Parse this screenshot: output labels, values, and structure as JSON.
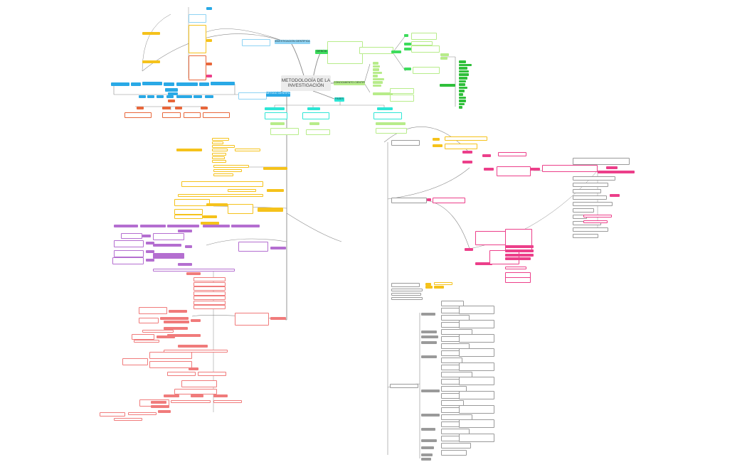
{
  "mindmap": {
    "central_title": "METODOLOGÍA DE LA INVESTIGACIÓN",
    "main_branches": {
      "investigacion": "INVESTIGACIÓN CIENTÍFICA",
      "ciencia": "CIENCIA",
      "conocimiento": "CONOCIMIENTO CIENTÍFICO",
      "metodo": "MÉTODO CIENTÍFICO",
      "fases": "FASES"
    },
    "colors": {
      "blue": "#29a9e6",
      "light_blue": "#8fd3f4",
      "green": "#3ddc5c",
      "light_green": "#b7ec8a",
      "dark_green": "#2fbf3a",
      "cyan": "#2ee6d6",
      "orange": "#e8663a",
      "yellow": "#f5c21b",
      "purple": "#b46ed0",
      "red": "#f07b7b",
      "pink": "#ec3f8a",
      "gray": "#9a9a9a",
      "link": "#8a8a8a"
    }
  }
}
